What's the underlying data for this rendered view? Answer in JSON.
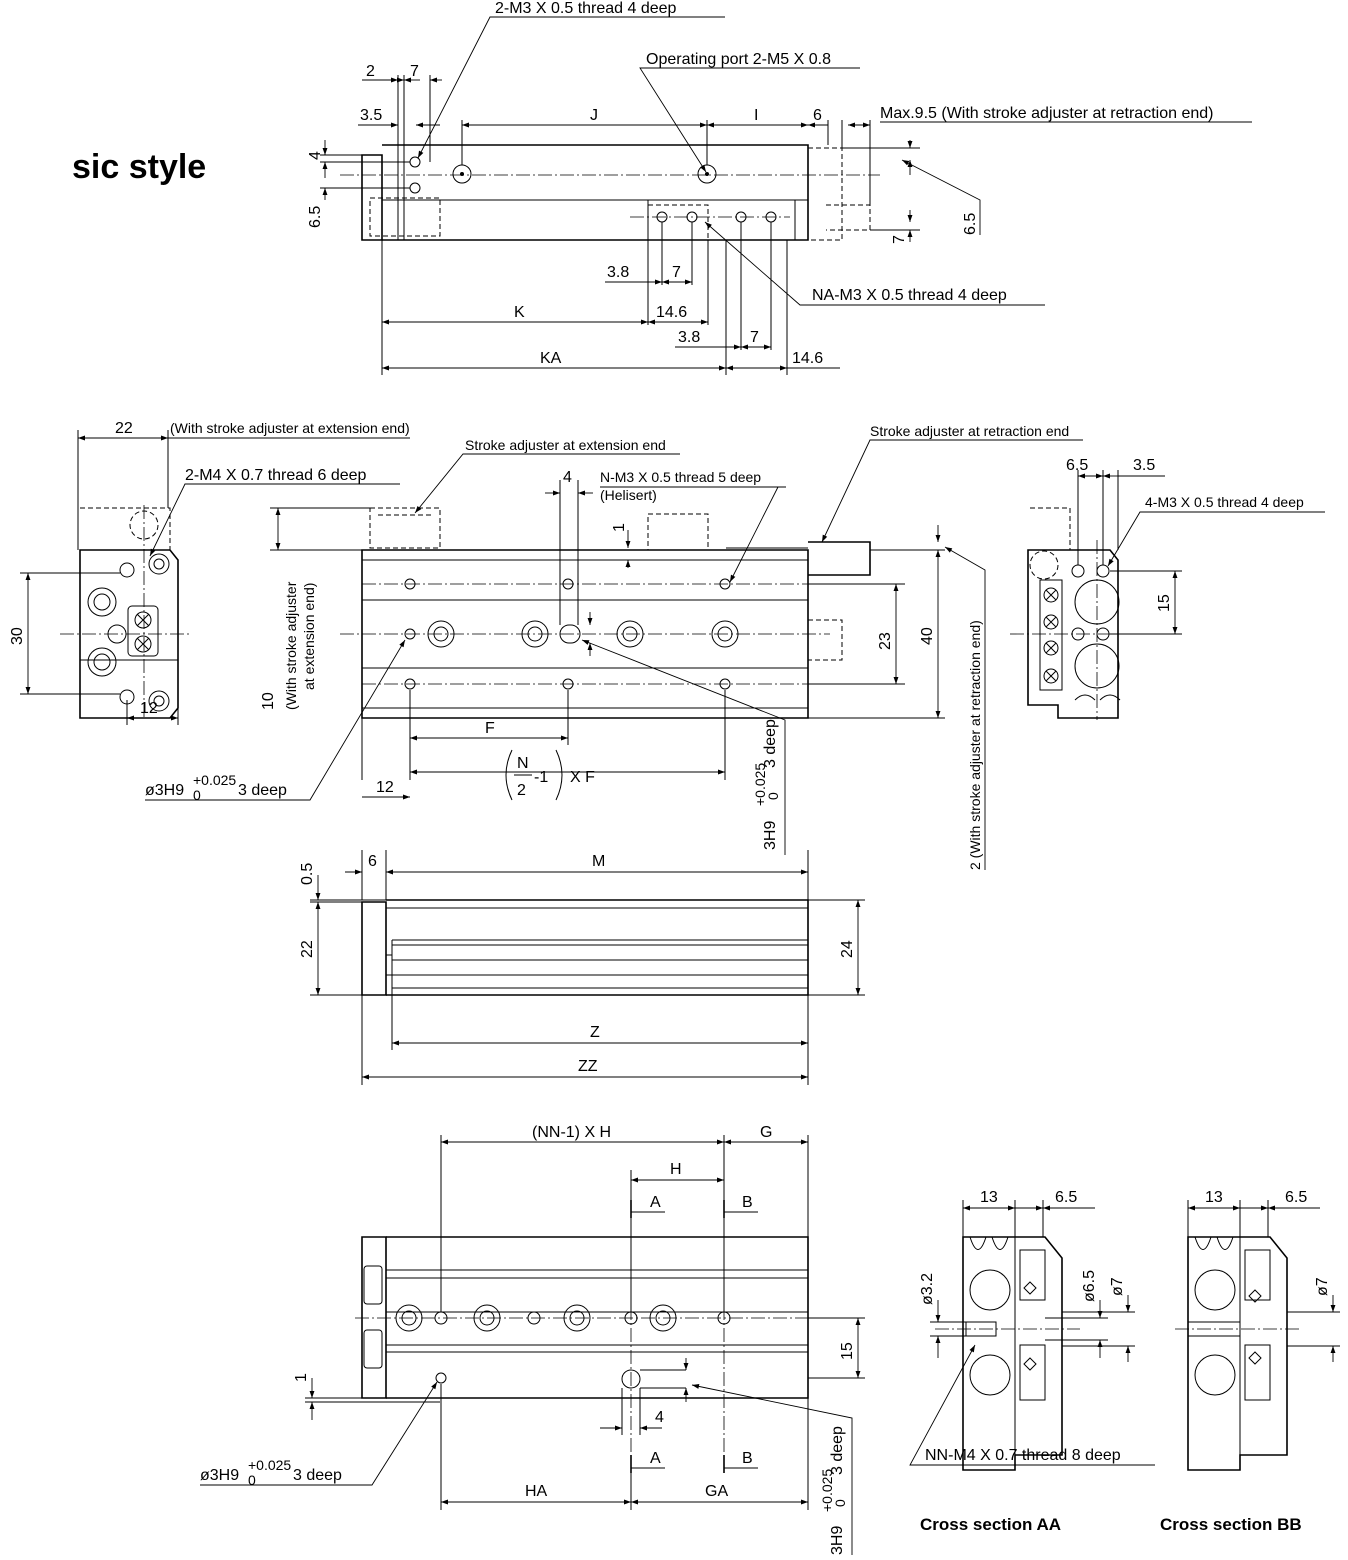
{
  "title": "sic style",
  "top_view": {
    "callout_thread_top": "2-M3 X 0.5 thread 4 deep",
    "callout_port": "Operating port 2-M5 X 0.8",
    "callout_max": "Max.9.5 (With stroke adjuster at retraction end)",
    "callout_na": "NA-M3 X 0.5 thread 4 deep",
    "dims": {
      "d2": "2",
      "d7a": "7",
      "d35": "3.5",
      "J": "J",
      "I": "I",
      "d6": "6",
      "d4": "4",
      "d65a": "6.5",
      "d65b": "6.5",
      "d7b": "7",
      "d38a": "3.8",
      "d7c": "7",
      "K": "K",
      "d146a": "14.6",
      "KA": "KA",
      "d38b": "3.8",
      "d7d": "7",
      "d146b": "14.6"
    }
  },
  "side_view": {
    "label_22": "22",
    "label_ext_note": "(With stroke adjuster at extension end)",
    "callout_m4": "2-M4 X 0.7 thread 6 deep",
    "label_30": "30",
    "label_12": "12"
  },
  "front_view": {
    "callout_ext": "Stroke adjuster at extension end",
    "callout_ret": "Stroke adjuster at retraction end",
    "callout_n": "N-M3 X 0.5 thread 5 deep",
    "callout_helisert": "(Helisert)",
    "d4": "4",
    "d1": "1",
    "d10": "10",
    "v_note_1": "(With stroke adjuster",
    "v_note_2": "at extension end)",
    "d23": "23",
    "d40": "40",
    "v_note_ret": "2 (With stroke adjuster at retraction end)",
    "F": "F",
    "formula_n": "N",
    "formula_2": "2",
    "formula_rest": "-1",
    "formula_xf": "X F",
    "d12": "12",
    "hole_main": "ø3H9",
    "tol_plus": "+0.025",
    "tol_zero": "0",
    "hole_depth": "3 deep",
    "slot_main": "3H9",
    "slot_tol_plus": "+0.025",
    "slot_tol_zero": "0",
    "slot_depth": "3 deep"
  },
  "end_view": {
    "d65": "6.5",
    "d35": "3.5",
    "callout": "4-M3 X 0.5 thread 4 deep",
    "d15": "15"
  },
  "bottom_top_view": {
    "d05": "0.5",
    "d6": "6",
    "M": "M",
    "d22": "22",
    "d24": "24",
    "Z": "Z",
    "ZZ": "ZZ"
  },
  "bottom_view": {
    "nn_h": "(NN-1) X H",
    "G": "G",
    "H": "H",
    "A": "A",
    "B": "B",
    "d15": "15",
    "d1": "1",
    "d4": "4",
    "HA": "HA",
    "GA": "GA",
    "hole_main": "ø3H9",
    "tol_plus": "+0.025",
    "tol_zero": "0",
    "hole_depth": "3 deep",
    "slot_main": "3H9",
    "slot_tol_plus": "+0.025",
    "slot_tol_zero": "0",
    "slot_depth": "3 deep"
  },
  "cross_sections": {
    "aa_d13": "13",
    "aa_d65": "6.5",
    "aa_d32": "ø3.2",
    "aa_d65b": "ø6.5",
    "aa_d7": "ø7",
    "bb_d13": "13",
    "bb_d65": "6.5",
    "bb_d7": "ø7",
    "callout_nn": "NN-M4 X 0.7 thread 8 deep",
    "label_aa": "Cross section AA",
    "label_bb": "Cross section BB"
  }
}
